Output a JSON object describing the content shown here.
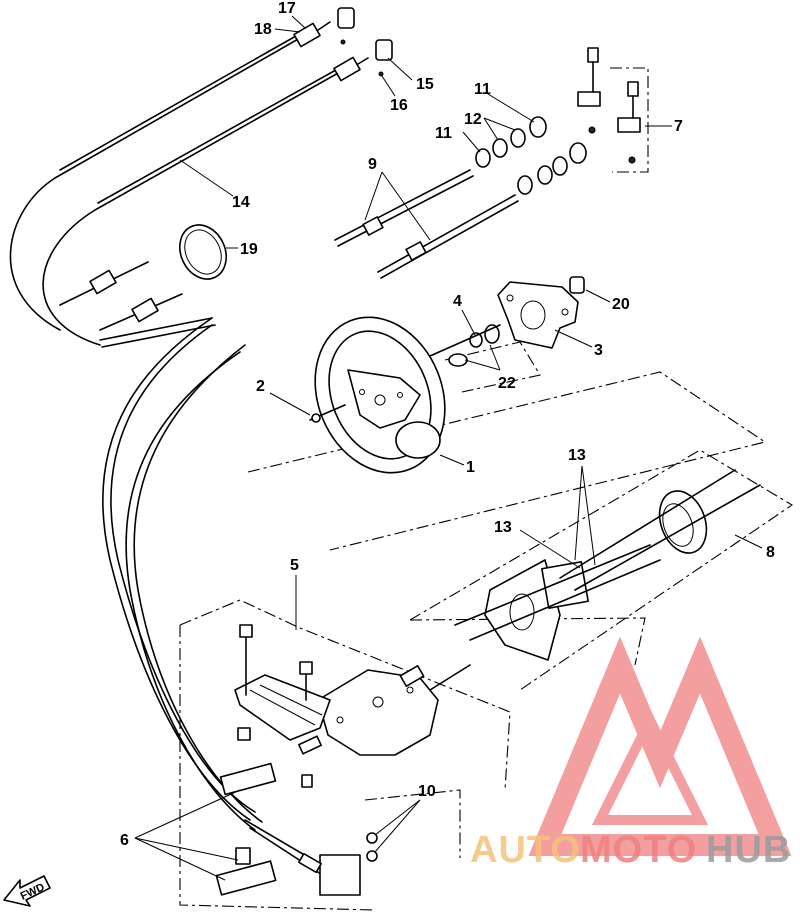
{
  "callouts": [
    {
      "id": "c1",
      "label": "1"
    },
    {
      "id": "c2",
      "label": "2"
    },
    {
      "id": "c3",
      "label": "3"
    },
    {
      "id": "c4",
      "label": "4"
    },
    {
      "id": "c5",
      "label": "5"
    },
    {
      "id": "c6",
      "label": "6"
    },
    {
      "id": "c7",
      "label": "7"
    },
    {
      "id": "c8",
      "label": "8"
    },
    {
      "id": "c9",
      "label": "9"
    },
    {
      "id": "c10",
      "label": "10"
    },
    {
      "id": "c11a",
      "label": "11"
    },
    {
      "id": "c11b",
      "label": "11"
    },
    {
      "id": "c12",
      "label": "12"
    },
    {
      "id": "c13",
      "label": "13"
    },
    {
      "id": "c14",
      "label": "14"
    },
    {
      "id": "c15",
      "label": "15"
    },
    {
      "id": "c16",
      "label": "16"
    },
    {
      "id": "c17",
      "label": "17"
    },
    {
      "id": "c18",
      "label": "18"
    },
    {
      "id": "c19",
      "label": "19"
    },
    {
      "id": "c20",
      "label": "20"
    },
    {
      "id": "c21",
      "label": "21"
    },
    {
      "id": "c22",
      "label": "22"
    }
  ],
  "fwd_label": "FWD",
  "watermark": {
    "part1": "AUTO",
    "part2": "MOTO",
    "part3": "HUB",
    "color_primary": "#f08080",
    "color_secondary": "#f5c37a",
    "color_gray": "#9b9b9b"
  }
}
